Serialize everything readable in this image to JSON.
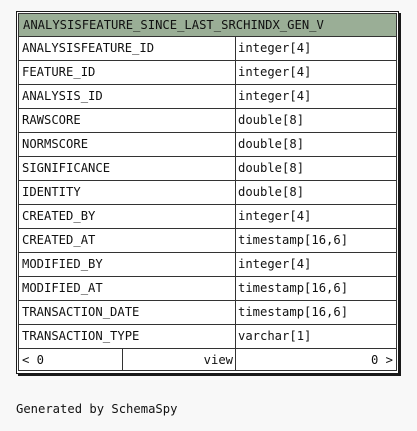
{
  "table": {
    "title": "ANALYSISFEATURE_SINCE_LAST_SRCHINDX_GEN_V",
    "columns": [
      {
        "name": "ANALYSISFEATURE_ID",
        "type": "integer[4]"
      },
      {
        "name": "FEATURE_ID",
        "type": "integer[4]"
      },
      {
        "name": "ANALYSIS_ID",
        "type": "integer[4]"
      },
      {
        "name": "RAWSCORE",
        "type": "double[8]"
      },
      {
        "name": "NORMSCORE",
        "type": "double[8]"
      },
      {
        "name": "SIGNIFICANCE",
        "type": "double[8]"
      },
      {
        "name": "IDENTITY",
        "type": "double[8]"
      },
      {
        "name": "CREATED_BY",
        "type": "integer[4]"
      },
      {
        "name": "CREATED_AT",
        "type": "timestamp[16,6]"
      },
      {
        "name": "MODIFIED_BY",
        "type": "integer[4]"
      },
      {
        "name": "MODIFIED_AT",
        "type": "timestamp[16,6]"
      },
      {
        "name": "TRANSACTION_DATE",
        "type": "timestamp[16,6]"
      },
      {
        "name": "TRANSACTION_TYPE",
        "type": "varchar[1]"
      }
    ],
    "footer": {
      "left": "< 0",
      "middle": "view",
      "right": "0 >"
    }
  },
  "generated_by": "Generated by SchemaSpy"
}
